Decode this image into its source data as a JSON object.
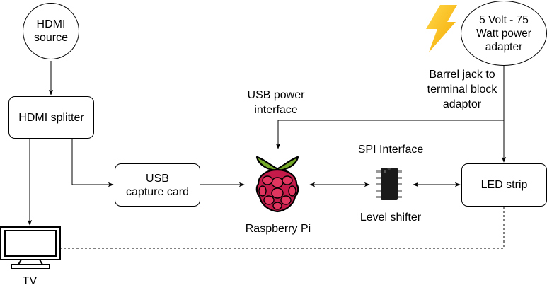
{
  "nodes": {
    "hdmi_source": "HDMI\nsource",
    "power_adapter": "5 Volt - 75\nWatt power\nadapter",
    "hdmi_splitter": "HDMI splitter",
    "usb_capture": "USB\ncapture card",
    "led_strip": "LED strip"
  },
  "labels": {
    "barrel_jack": "Barrel jack to\nterminal block\nadaptor",
    "usb_power": "USB power\ninterface",
    "spi": "SPI Interface",
    "raspberry_pi": "Raspberry Pi",
    "level_shifter": "Level shifter",
    "tv": "TV"
  },
  "icons": {
    "power": "lightning-bolt-icon",
    "pi": "raspberry-pi-logo-icon",
    "chip": "ic-chip-icon",
    "tv": "television-icon"
  },
  "colors": {
    "bolt": "#f4a900",
    "raspberry": "#c51a4a",
    "leaf": "#75a928",
    "chip": "#1a1a1a"
  }
}
